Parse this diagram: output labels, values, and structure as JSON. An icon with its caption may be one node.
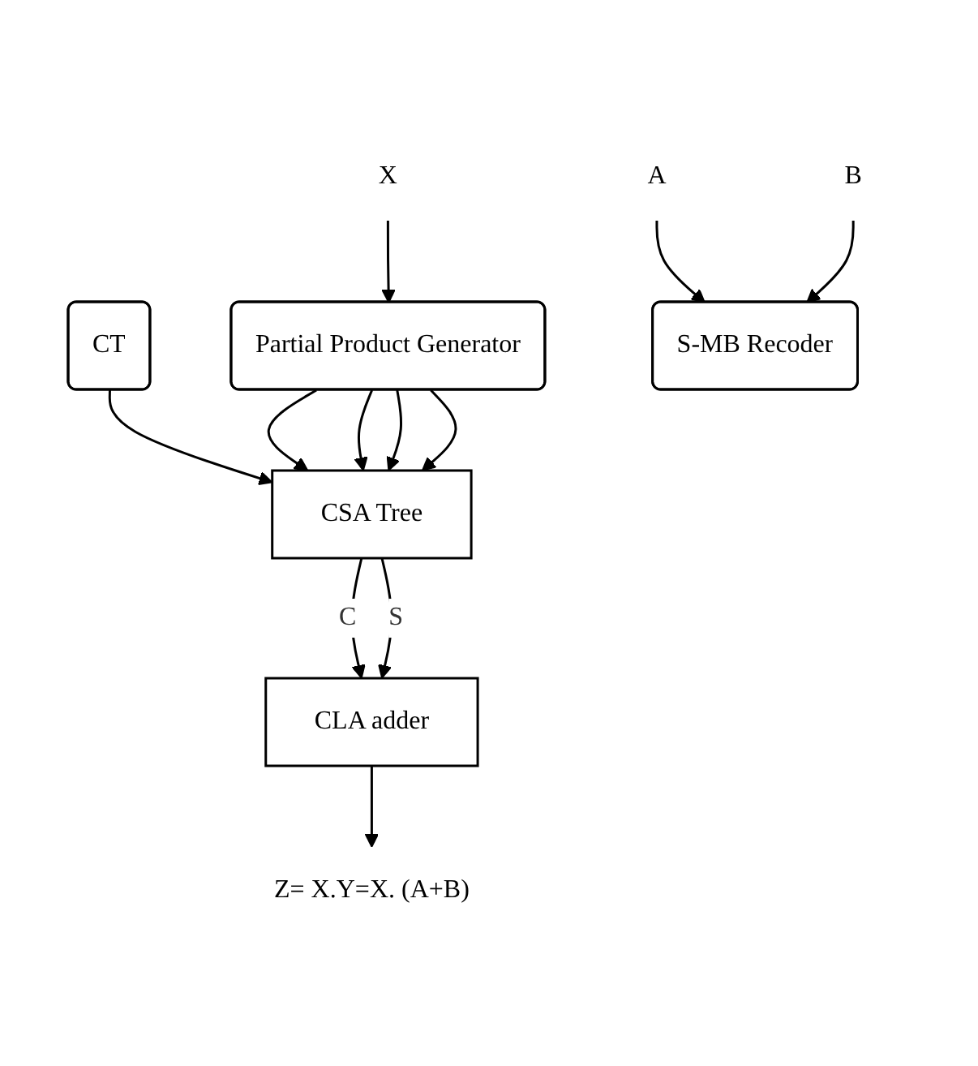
{
  "diagram": {
    "nodes": [
      {
        "text": [
          "X"
        ]
      },
      {
        "text": [
          "CT"
        ]
      },
      {
        "text": [
          "Partial Product Generator"
        ]
      },
      {
        "text": [
          "S-MB Recoder"
        ]
      },
      {
        "text": [
          "A"
        ]
      },
      {
        "text": [
          "B"
        ]
      },
      {
        "text": [
          "CSA Tree"
        ]
      },
      {
        "text": [
          "CLA adder"
        ]
      },
      {
        "text": [
          "Z= X.Y=X. (A+B)"
        ]
      }
    ],
    "edges": [
      {
        "from": 0,
        "to": 2,
        "arrow": "to"
      },
      {
        "from": 4,
        "to": 3,
        "arrow": "to"
      },
      {
        "from": 5,
        "to": 3,
        "arrow": "to"
      },
      {
        "from": 1,
        "to": 6,
        "arrow": "to"
      },
      {
        "from": 2,
        "to": 6,
        "arrow": "to"
      },
      {
        "from": 2,
        "to": 6,
        "arrow": "to"
      },
      {
        "from": 2,
        "to": 6,
        "arrow": "to"
      },
      {
        "from": 2,
        "to": 6,
        "arrow": "to"
      },
      {
        "from": 6,
        "to": 7,
        "label": "C",
        "arrow": "to"
      },
      {
        "from": 6,
        "to": 7,
        "label": "S",
        "arrow": "to"
      },
      {
        "from": 7,
        "to": 8,
        "arrow": "to"
      }
    ]
  }
}
